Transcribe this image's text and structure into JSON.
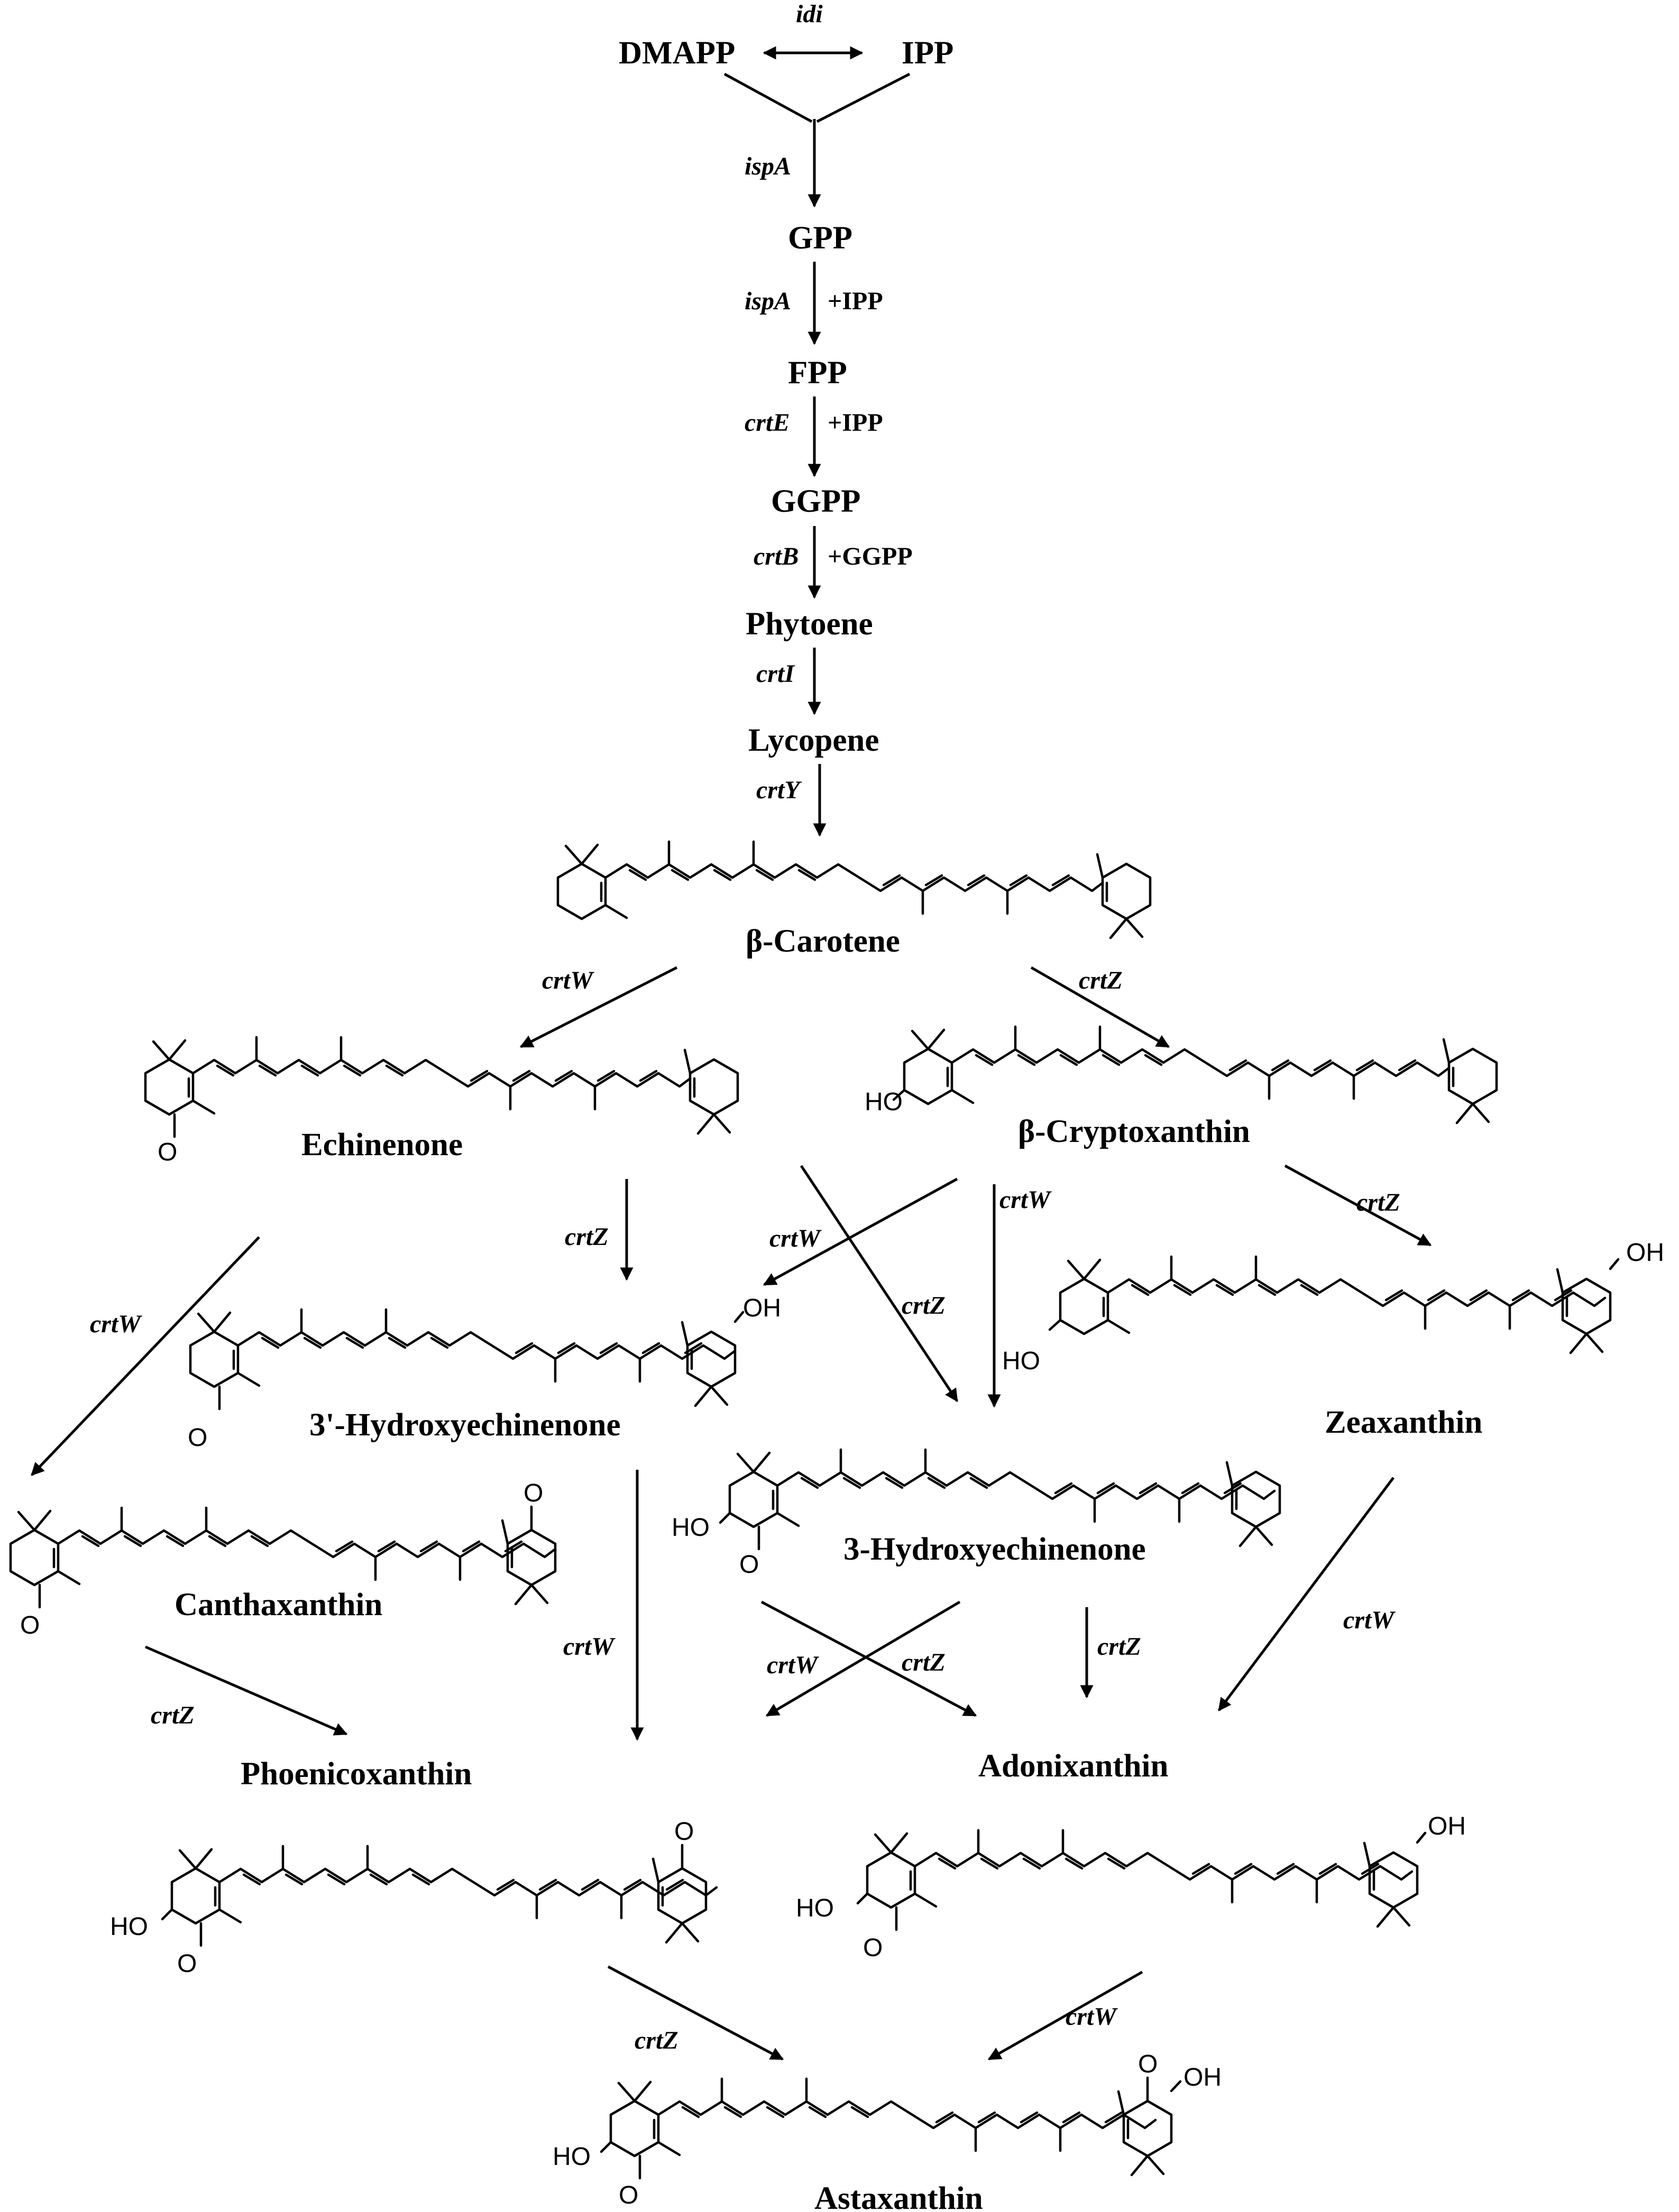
{
  "compounds": {
    "dmapp": "DMAPP",
    "ipp": "IPP",
    "gpp": "GPP",
    "fpp": "FPP",
    "ggpp": "GGPP",
    "phytoene": "Phytoene",
    "lycopene": "Lycopene",
    "beta_carotene": "β-Carotene",
    "echinenone": "Echinenone",
    "beta_cryptoxanthin": "β-Cryptoxanthin",
    "hydroxyechinenone_3p": "3'-Hydroxyechinenone",
    "zeaxanthin": "Zeaxanthin",
    "canthaxanthin": "Canthaxanthin",
    "hydroxyechinenone_3": "3-Hydroxyechinenone",
    "phoenicoxanthin": "Phoenicoxanthin",
    "adonixanthin": "Adonixanthin",
    "astaxanthin": "Astaxanthin"
  },
  "genes": {
    "idi": "idi",
    "ispA": "ispA",
    "crtE": "crtE",
    "crtB": "crtB",
    "crtI": "crtI",
    "crtY": "crtY",
    "crtW": "crtW",
    "crtZ": "crtZ"
  },
  "cofactors": {
    "ipp": "+IPP",
    "ggpp": "+GGPP"
  },
  "atoms": {
    "hydroxyl": "HO",
    "hydroxyl_right": "OH",
    "oxygen": "O"
  }
}
